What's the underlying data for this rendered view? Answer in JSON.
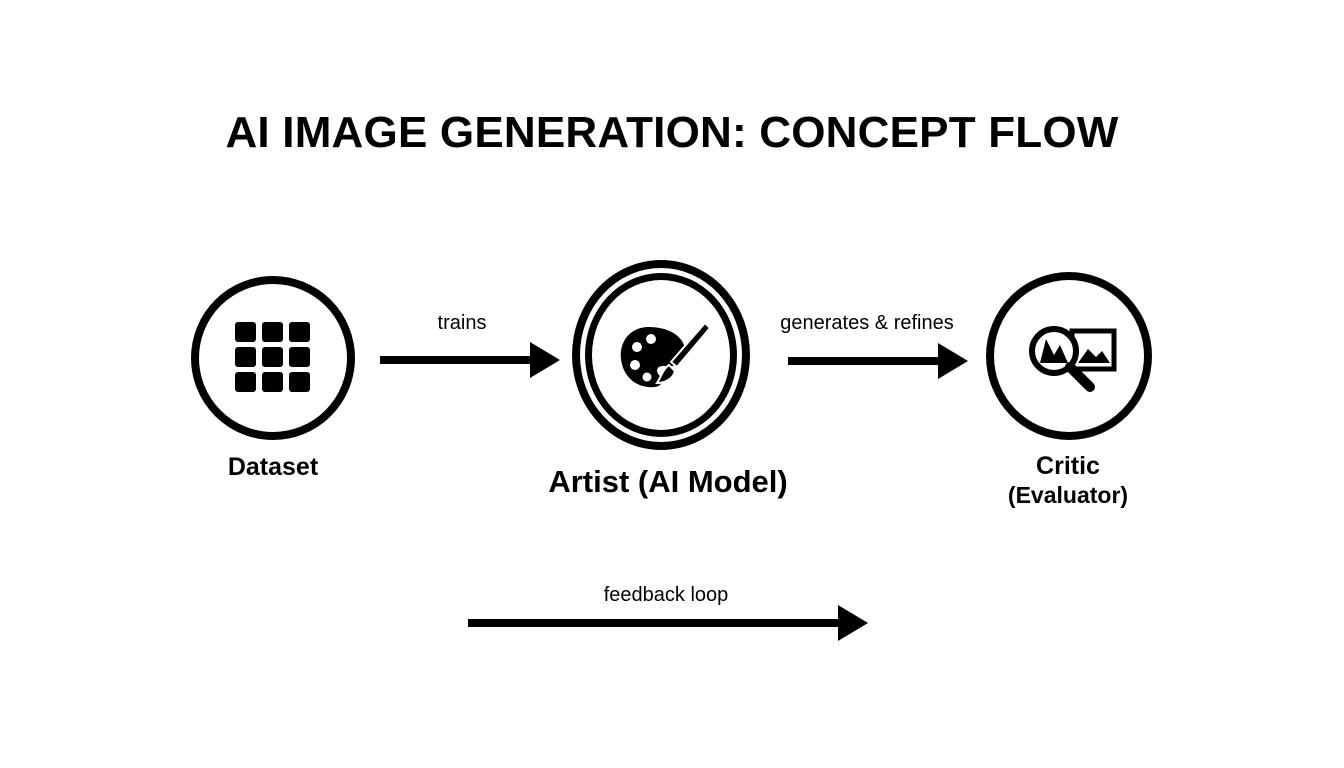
{
  "title": "AI IMAGE GENERATION: CONCEPT FLOW",
  "nodes": {
    "dataset": {
      "label": "Dataset",
      "icon": "grid-icon"
    },
    "artist": {
      "label": "Artist (AI Model)",
      "icon": "palette-brush-icon"
    },
    "critic": {
      "label_line1": "Critic",
      "label_line2": "(Evaluator)",
      "icon": "magnifier-image-icon"
    }
  },
  "edges": {
    "trains": "trains",
    "generates": "generates & refines",
    "feedback": "feedback loop"
  },
  "colors": {
    "stroke": "#000000",
    "background": "#ffffff"
  }
}
